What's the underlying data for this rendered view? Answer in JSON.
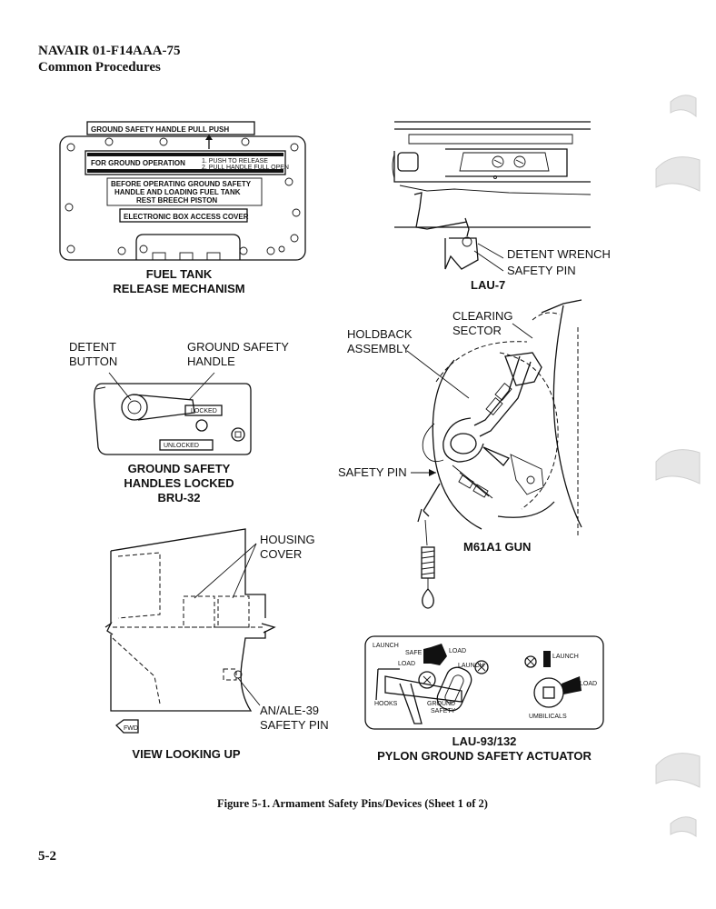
{
  "header": {
    "doc_id": "NAVAIR 01-F14AAA-75",
    "section": "Common Procedures"
  },
  "fuel_tank": {
    "placard_top": "GROUND SAFETY HANDLE PULL PUSH",
    "ground_op": "FOR GROUND OPERATION",
    "step1": "1. PUSH TO RELEASE",
    "step2": "2. PULL HANDLE FULL OPEN",
    "before1": "BEFORE OPERATING GROUND SAFETY",
    "before2": "HANDLE AND LOADING FUEL TANK",
    "before3": "REST BREECH PISTON",
    "elec": "ELECTRONIC BOX ACCESS COVER",
    "title1": "FUEL TANK",
    "title2": "RELEASE MECHANISM"
  },
  "lau7": {
    "detent_wrench": "DETENT WRENCH",
    "safety_pin": "SAFETY PIN",
    "title": "LAU-7"
  },
  "bru32": {
    "detent1": "DETENT",
    "detent2": "BUTTON",
    "gsh1": "GROUND SAFETY",
    "gsh2": "HANDLE",
    "locked": "LOCKED",
    "unlocked": "UNLOCKED",
    "title1": "GROUND SAFETY",
    "title2": "HANDLES LOCKED",
    "title3": "BRU-32"
  },
  "gun": {
    "clearing1": "CLEARING",
    "clearing2": "SECTOR",
    "holdback1": "HOLDBACK",
    "holdback2": "ASSEMBLY",
    "safety_pin": "SAFETY PIN",
    "title": "M61A1 GUN"
  },
  "view_up": {
    "housing1": "HOUSING",
    "housing2": "COVER",
    "ale1": "AN/ALE-39",
    "ale2": "SAFETY PIN",
    "fwd": "FWD",
    "title": "VIEW LOOKING UP"
  },
  "lau93": {
    "launch": "LAUNCH",
    "safe": "SAFE",
    "load": "LOAD",
    "hooks": "HOOKS",
    "ground": "GROUND",
    "safety": "SAFETY",
    "umbilicals": "UMBILICALS",
    "title1": "LAU-93/132",
    "title2": "PYLON GROUND SAFETY ACTUATOR"
  },
  "caption": "Figure 5-1.  Armament Safety Pins/Devices (Sheet 1 of 2)",
  "page_number": "5-2"
}
